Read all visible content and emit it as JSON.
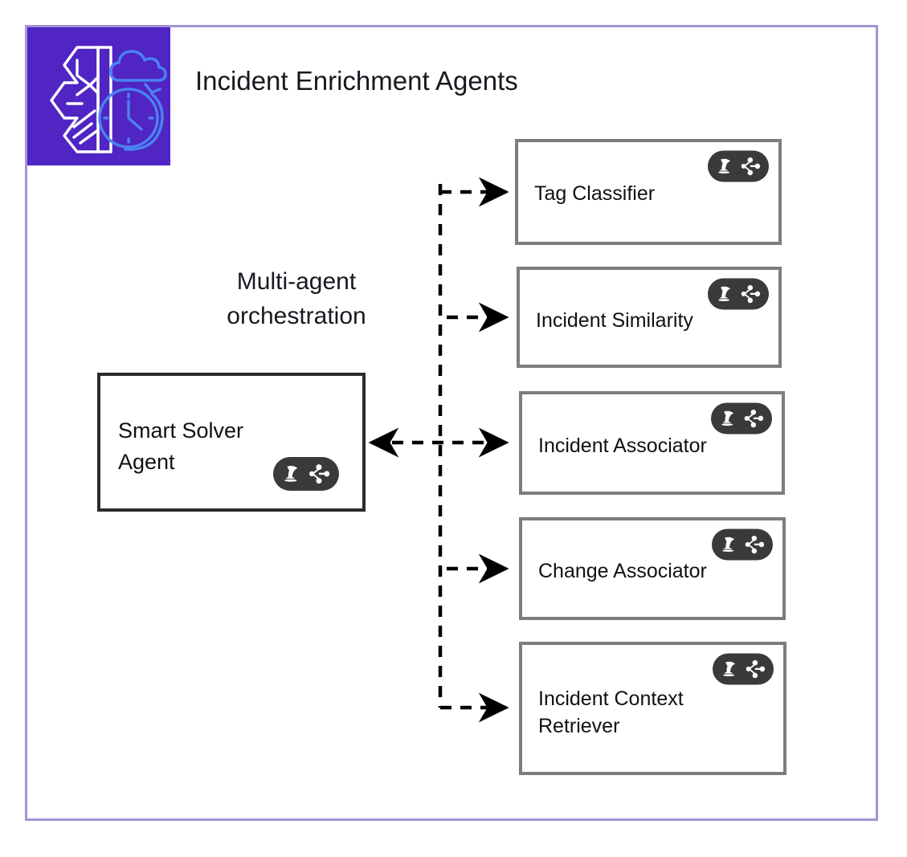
{
  "frame": {
    "border_color": "#a394d4",
    "background": "#ffffff"
  },
  "header": {
    "title": "Incident Enrichment Agents",
    "logo": {
      "icon": "brain-cloud-clock-icon",
      "background_color": "#5025c4",
      "brain_color": "#ffffff",
      "cloud_clock_color": "#4b7ff0"
    }
  },
  "orchestration": {
    "label": "Multi-agent\norchestration"
  },
  "supervisor": {
    "label": "Smart Solver\nAgent",
    "badge_icon": "bedrock-agent-icon",
    "border_color": "#2b2b2b"
  },
  "agents": [
    {
      "label": "Tag Classifier",
      "badge_icon": "bedrock-agent-icon",
      "border_color": "#7d7d7d"
    },
    {
      "label": "Incident Similarity",
      "badge_icon": "bedrock-agent-icon",
      "border_color": "#7d7d7d"
    },
    {
      "label": "Incident Associator",
      "badge_icon": "bedrock-agent-icon",
      "border_color": "#7d7d7d"
    },
    {
      "label": "Change Associator",
      "badge_icon": "bedrock-agent-icon",
      "border_color": "#7d7d7d"
    },
    {
      "label": "Incident Context\nRetriever",
      "badge_icon": "bedrock-agent-icon",
      "border_color": "#7d7d7d"
    }
  ],
  "connectors": {
    "style": "dashed",
    "color": "#000000",
    "description": "Vertical dashed trunk branching to each agent with arrowheads; bidirectional dashed arrow between Smart Solver Agent and Incident Associator"
  }
}
